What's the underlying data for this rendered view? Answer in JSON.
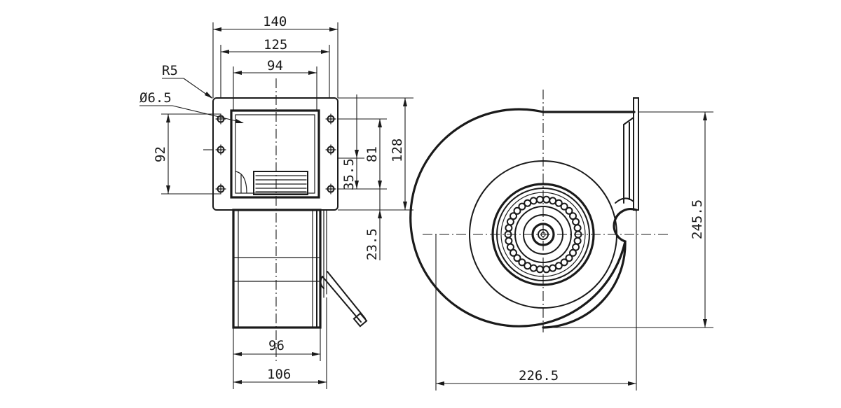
{
  "dimensions": {
    "width_140": "140",
    "width_125": "125",
    "width_94": "94",
    "radius_r5": "R5",
    "hole_d65": "Ø6.5",
    "height_92": "92",
    "height_128": "128",
    "height_81": "81",
    "height_35_5": "35.5",
    "height_23_5": "23.5",
    "width_96": "96",
    "width_106": "106",
    "width_226_5": "226.5",
    "height_245_5": "245.5"
  }
}
